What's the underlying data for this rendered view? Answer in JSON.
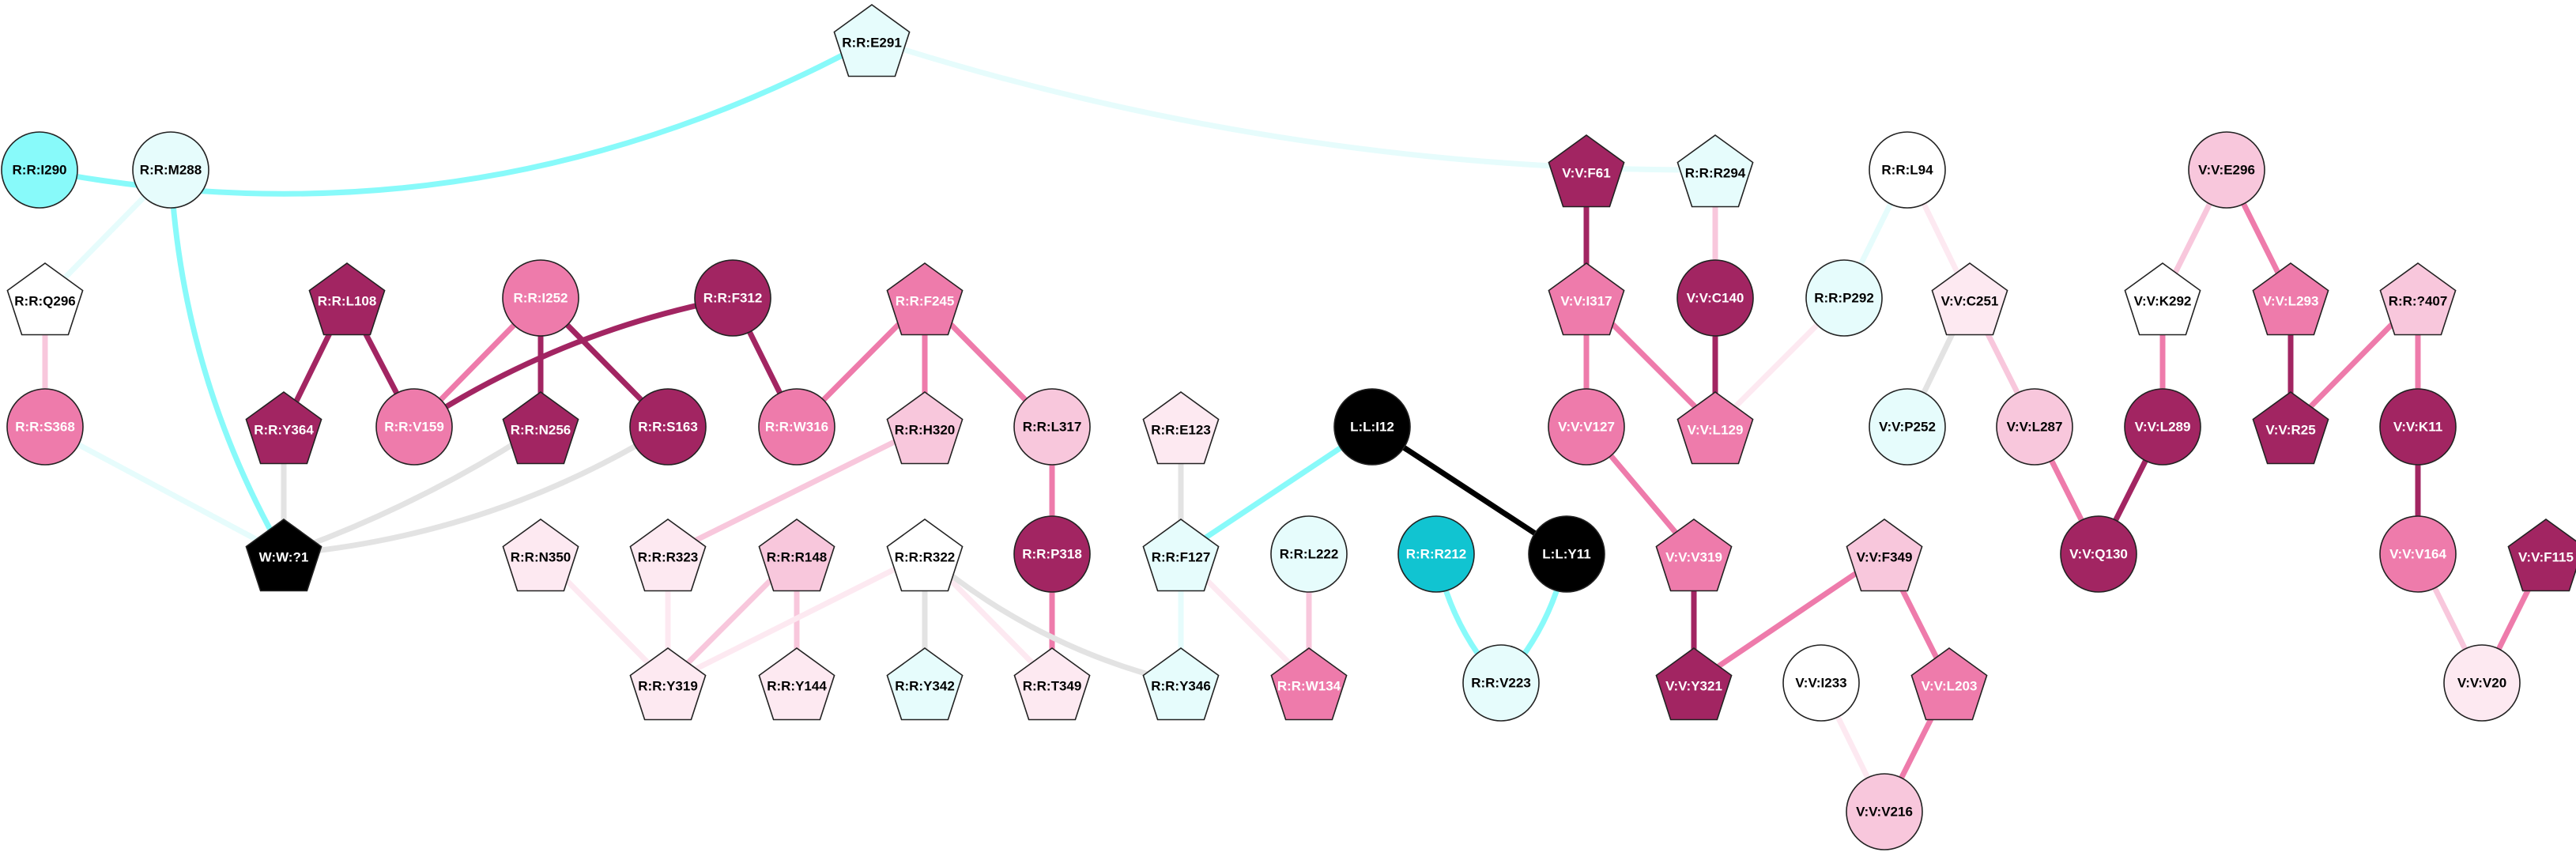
{
  "colors": {
    "cyan_strong": "#11c4d1",
    "cyan": "#88fafa",
    "cyan_pale": "#e6fcfc",
    "white": "#ffffff",
    "pink_pale": "#fde9f1",
    "pink_light": "#f8c7dc",
    "pink": "#ee7bab",
    "magenta": "#a22562",
    "black": "#000000",
    "grey": "#e3e3e3"
  },
  "nodes": [
    {
      "id": "R:R:E291",
      "shape": "pentagon",
      "color": "cyan_pale"
    },
    {
      "id": "R:R:I290",
      "shape": "circle",
      "color": "cyan"
    },
    {
      "id": "R:R:M288",
      "shape": "circle",
      "color": "cyan_pale"
    },
    {
      "id": "R:R:Q296",
      "shape": "pentagon",
      "color": "white"
    },
    {
      "id": "R:R:S368",
      "shape": "circle",
      "color": "pink"
    },
    {
      "id": "R:R:L108",
      "shape": "pentagon",
      "color": "magenta"
    },
    {
      "id": "R:R:Y364",
      "shape": "pentagon",
      "color": "magenta"
    },
    {
      "id": "R:R:V159",
      "shape": "circle",
      "color": "pink"
    },
    {
      "id": "R:R:I252",
      "shape": "circle",
      "color": "pink"
    },
    {
      "id": "R:R:N256",
      "shape": "pentagon",
      "color": "magenta"
    },
    {
      "id": "R:R:F312",
      "shape": "circle",
      "color": "magenta"
    },
    {
      "id": "R:R:S163",
      "shape": "circle",
      "color": "magenta"
    },
    {
      "id": "R:R:W316",
      "shape": "circle",
      "color": "pink"
    },
    {
      "id": "R:R:F245",
      "shape": "pentagon",
      "color": "pink"
    },
    {
      "id": "R:R:H320",
      "shape": "pentagon",
      "color": "pink_light"
    },
    {
      "id": "R:R:L317",
      "shape": "circle",
      "color": "pink_light"
    },
    {
      "id": "R:R:P318",
      "shape": "circle",
      "color": "magenta"
    },
    {
      "id": "W:W:?1",
      "shape": "pentagon",
      "color": "black"
    },
    {
      "id": "R:R:N350",
      "shape": "pentagon",
      "color": "pink_pale"
    },
    {
      "id": "R:R:R323",
      "shape": "pentagon",
      "color": "pink_pale"
    },
    {
      "id": "R:R:R148",
      "shape": "pentagon",
      "color": "pink_light"
    },
    {
      "id": "R:R:R322",
      "shape": "pentagon",
      "color": "white"
    },
    {
      "id": "R:R:Y319",
      "shape": "pentagon",
      "color": "pink_pale"
    },
    {
      "id": "R:R:Y144",
      "shape": "pentagon",
      "color": "pink_pale"
    },
    {
      "id": "R:R:Y342",
      "shape": "pentagon",
      "color": "cyan_pale"
    },
    {
      "id": "R:R:T349",
      "shape": "pentagon",
      "color": "pink_pale"
    },
    {
      "id": "R:R:E123",
      "shape": "pentagon",
      "color": "pink_pale"
    },
    {
      "id": "R:R:F127",
      "shape": "pentagon",
      "color": "cyan_pale"
    },
    {
      "id": "R:R:Y346",
      "shape": "pentagon",
      "color": "cyan_pale"
    },
    {
      "id": "R:R:L222",
      "shape": "circle",
      "color": "cyan_pale"
    },
    {
      "id": "R:R:W134",
      "shape": "pentagon",
      "color": "pink"
    },
    {
      "id": "L:L:I12",
      "shape": "circle",
      "color": "black"
    },
    {
      "id": "L:L:Y11",
      "shape": "circle",
      "color": "black"
    },
    {
      "id": "R:R:R212",
      "shape": "circle",
      "color": "cyan_strong"
    },
    {
      "id": "R:R:V223",
      "shape": "circle",
      "color": "cyan_pale"
    },
    {
      "id": "V:V:F61",
      "shape": "pentagon",
      "color": "magenta"
    },
    {
      "id": "R:R:R294",
      "shape": "pentagon",
      "color": "cyan_pale"
    },
    {
      "id": "V:V:I317",
      "shape": "pentagon",
      "color": "pink"
    },
    {
      "id": "V:V:C140",
      "shape": "circle",
      "color": "magenta"
    },
    {
      "id": "R:R:P292",
      "shape": "circle",
      "color": "cyan_pale"
    },
    {
      "id": "V:V:V127",
      "shape": "circle",
      "color": "pink"
    },
    {
      "id": "V:V:L129",
      "shape": "pentagon",
      "color": "pink"
    },
    {
      "id": "V:V:V319",
      "shape": "pentagon",
      "color": "pink"
    },
    {
      "id": "V:V:Y321",
      "shape": "pentagon",
      "color": "magenta"
    },
    {
      "id": "R:R:L94",
      "shape": "circle",
      "color": "white"
    },
    {
      "id": "V:V:C251",
      "shape": "pentagon",
      "color": "pink_pale"
    },
    {
      "id": "V:V:P252",
      "shape": "circle",
      "color": "cyan_pale"
    },
    {
      "id": "V:V:L287",
      "shape": "circle",
      "color": "pink_light"
    },
    {
      "id": "V:V:F349",
      "shape": "pentagon",
      "color": "pink_light"
    },
    {
      "id": "V:V:I233",
      "shape": "circle",
      "color": "white"
    },
    {
      "id": "V:V:L203",
      "shape": "pentagon",
      "color": "pink"
    },
    {
      "id": "V:V:V216",
      "shape": "circle",
      "color": "pink_light"
    },
    {
      "id": "V:V:E296",
      "shape": "circle",
      "color": "pink_light"
    },
    {
      "id": "V:V:K292",
      "shape": "pentagon",
      "color": "white"
    },
    {
      "id": "V:V:L293",
      "shape": "pentagon",
      "color": "pink"
    },
    {
      "id": "V:V:L289",
      "shape": "circle",
      "color": "magenta"
    },
    {
      "id": "V:V:Q130",
      "shape": "circle",
      "color": "magenta"
    },
    {
      "id": "V:V:R25",
      "shape": "pentagon",
      "color": "magenta"
    },
    {
      "id": "R:R:?407",
      "shape": "pentagon",
      "color": "pink_light"
    },
    {
      "id": "V:V:K11",
      "shape": "circle",
      "color": "magenta"
    },
    {
      "id": "V:V:V164",
      "shape": "circle",
      "color": "pink"
    },
    {
      "id": "V:V:F115",
      "shape": "pentagon",
      "color": "magenta"
    },
    {
      "id": "V:V:V20",
      "shape": "circle",
      "color": "pink_pale"
    }
  ],
  "edges": [
    {
      "source": "R:R:E291",
      "target": "R:R:I290",
      "color": "cyan"
    },
    {
      "source": "R:R:E291",
      "target": "R:R:R294",
      "color": "cyan_pale"
    },
    {
      "source": "R:R:M288",
      "target": "R:R:Q296",
      "color": "cyan_pale"
    },
    {
      "source": "R:R:M288",
      "target": "W:W:?1",
      "color": "cyan"
    },
    {
      "source": "R:R:Q296",
      "target": "R:R:S368",
      "color": "pink_light"
    },
    {
      "source": "R:R:S368",
      "target": "W:W:?1",
      "color": "cyan_pale"
    },
    {
      "source": "R:R:L108",
      "target": "R:R:Y364",
      "color": "magenta"
    },
    {
      "source": "R:R:L108",
      "target": "R:R:V159",
      "color": "magenta"
    },
    {
      "source": "R:R:Y364",
      "target": "W:W:?1",
      "color": "grey"
    },
    {
      "source": "R:R:I252",
      "target": "R:R:V159",
      "color": "pink"
    },
    {
      "source": "R:R:I252",
      "target": "R:R:N256",
      "color": "magenta"
    },
    {
      "source": "R:R:I252",
      "target": "R:R:S163",
      "color": "magenta"
    },
    {
      "source": "R:R:F312",
      "target": "R:R:V159",
      "color": "magenta"
    },
    {
      "source": "R:R:F312",
      "target": "R:R:W316",
      "color": "magenta"
    },
    {
      "source": "R:R:N256",
      "target": "W:W:?1",
      "color": "grey"
    },
    {
      "source": "R:R:S163",
      "target": "W:W:?1",
      "color": "grey"
    },
    {
      "source": "R:R:F245",
      "target": "R:R:W316",
      "color": "pink"
    },
    {
      "source": "R:R:F245",
      "target": "R:R:H320",
      "color": "pink"
    },
    {
      "source": "R:R:F245",
      "target": "R:R:L317",
      "color": "pink"
    },
    {
      "source": "R:R:L317",
      "target": "R:R:P318",
      "color": "pink"
    },
    {
      "source": "R:R:P318",
      "target": "R:R:T349",
      "color": "pink"
    },
    {
      "source": "R:R:H320",
      "target": "R:R:R323",
      "color": "pink_light"
    },
    {
      "source": "R:R:R323",
      "target": "R:R:Y319",
      "color": "pink_pale"
    },
    {
      "source": "R:R:N350",
      "target": "R:R:Y319",
      "color": "pink_pale"
    },
    {
      "source": "R:R:R148",
      "target": "R:R:Y319",
      "color": "pink_light"
    },
    {
      "source": "R:R:R148",
      "target": "R:R:Y144",
      "color": "pink_light"
    },
    {
      "source": "R:R:R322",
      "target": "R:R:Y319",
      "color": "pink_pale"
    },
    {
      "source": "R:R:R322",
      "target": "R:R:Y342",
      "color": "grey"
    },
    {
      "source": "R:R:R322",
      "target": "R:R:T349",
      "color": "pink_pale"
    },
    {
      "source": "R:R:R322",
      "target": "R:R:Y346",
      "color": "grey"
    },
    {
      "source": "R:R:E123",
      "target": "R:R:F127",
      "color": "grey"
    },
    {
      "source": "R:R:F127",
      "target": "R:R:Y346",
      "color": "cyan_pale"
    },
    {
      "source": "R:R:F127",
      "target": "R:R:W134",
      "color": "pink_pale"
    },
    {
      "source": "R:R:L222",
      "target": "R:R:W134",
      "color": "pink_light"
    },
    {
      "source": "L:L:I12",
      "target": "R:R:F127",
      "color": "cyan"
    },
    {
      "source": "L:L:I12",
      "target": "L:L:Y11",
      "color": "black"
    },
    {
      "source": "R:R:R212",
      "target": "R:R:V223",
      "color": "cyan"
    },
    {
      "source": "L:L:Y11",
      "target": "R:R:V223",
      "color": "cyan"
    },
    {
      "source": "V:V:F61",
      "target": "V:V:I317",
      "color": "magenta"
    },
    {
      "source": "V:V:I317",
      "target": "V:V:V127",
      "color": "pink"
    },
    {
      "source": "V:V:I317",
      "target": "V:V:L129",
      "color": "pink"
    },
    {
      "source": "R:R:R294",
      "target": "V:V:C140",
      "color": "pink_light"
    },
    {
      "source": "V:V:C140",
      "target": "V:V:L129",
      "color": "magenta"
    },
    {
      "source": "R:R:P292",
      "target": "V:V:L129",
      "color": "pink_pale"
    },
    {
      "source": "R:R:L94",
      "target": "R:R:P292",
      "color": "cyan_pale"
    },
    {
      "source": "R:R:L94",
      "target": "V:V:C251",
      "color": "pink_pale"
    },
    {
      "source": "V:V:V127",
      "target": "V:V:V319",
      "color": "pink"
    },
    {
      "source": "V:V:V319",
      "target": "V:V:Y321",
      "color": "magenta"
    },
    {
      "source": "V:V:F349",
      "target": "V:V:Y321",
      "color": "pink"
    },
    {
      "source": "V:V:F349",
      "target": "V:V:L203",
      "color": "pink"
    },
    {
      "source": "V:V:L203",
      "target": "V:V:V216",
      "color": "pink"
    },
    {
      "source": "V:V:I233",
      "target": "V:V:V216",
      "color": "pink_pale"
    },
    {
      "source": "V:V:C251",
      "target": "V:V:P252",
      "color": "grey"
    },
    {
      "source": "V:V:C251",
      "target": "V:V:L287",
      "color": "pink_light"
    },
    {
      "source": "V:V:L287",
      "target": "V:V:Q130",
      "color": "pink"
    },
    {
      "source": "V:V:E296",
      "target": "V:V:K292",
      "color": "pink_light"
    },
    {
      "source": "V:V:E296",
      "target": "V:V:L293",
      "color": "pink"
    },
    {
      "source": "V:V:K292",
      "target": "V:V:L289",
      "color": "pink"
    },
    {
      "source": "V:V:L289",
      "target": "V:V:Q130",
      "color": "magenta"
    },
    {
      "source": "V:V:L293",
      "target": "V:V:R25",
      "color": "magenta"
    },
    {
      "source": "R:R:?407",
      "target": "V:V:R25",
      "color": "pink"
    },
    {
      "source": "R:R:?407",
      "target": "V:V:K11",
      "color": "pink"
    },
    {
      "source": "V:V:K11",
      "target": "V:V:V164",
      "color": "magenta"
    },
    {
      "source": "V:V:V164",
      "target": "V:V:V20",
      "color": "pink_light"
    },
    {
      "source": "V:V:F115",
      "target": "V:V:V20",
      "color": "pink"
    }
  ]
}
